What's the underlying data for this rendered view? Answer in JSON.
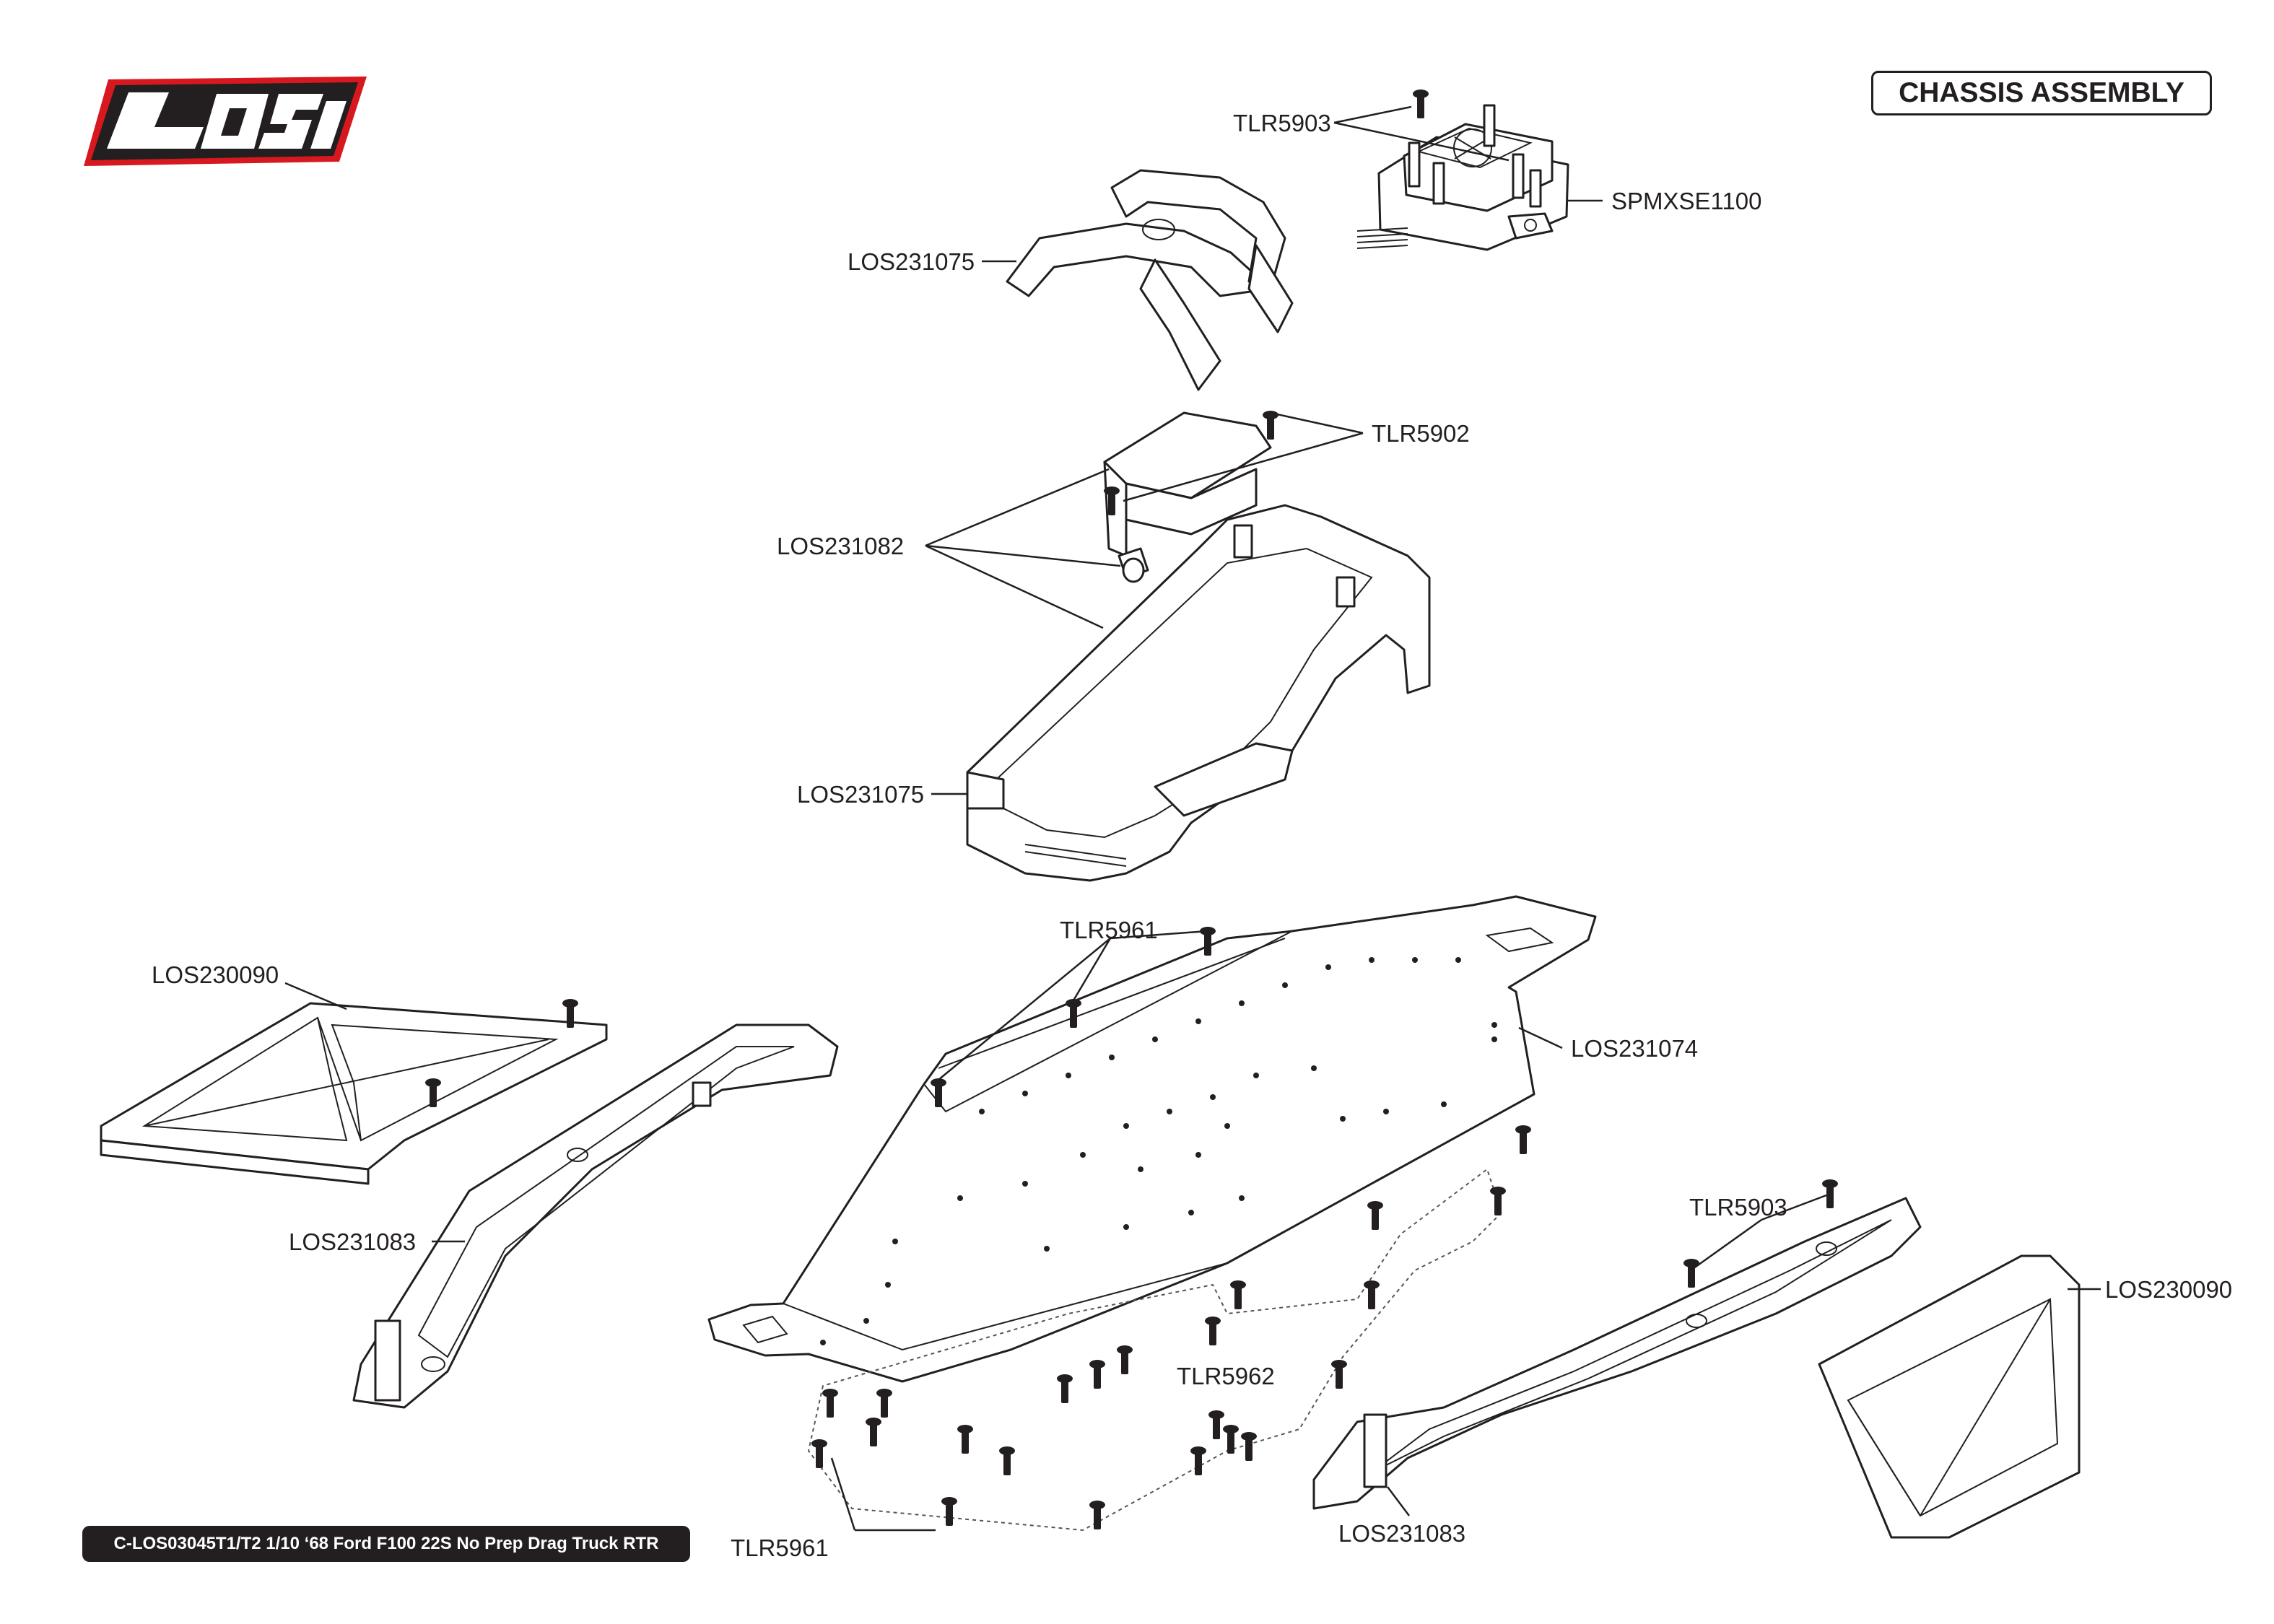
{
  "brand": {
    "logo_text": "LOSI",
    "accent_color": "#d7191f",
    "ink_color": "#231f20"
  },
  "title": "CHASSIS ASSEMBLY",
  "footer": "C-LOS03045T1/T2 1/10 ‘68 Ford F100 22S No Prep Drag Truck RTR",
  "labels": {
    "tlr5903_top": "TLR5903",
    "spmxse1100": "SPMXSE1100",
    "los231075_top": "LOS231075",
    "tlr5902": "TLR5902",
    "los231082": "LOS231082",
    "los231075_tray": "LOS231075",
    "tlr5961_top": "TLR5961",
    "los230090_left": "LOS230090",
    "los231074": "LOS231074",
    "los231083_left": "LOS231083",
    "tlr5903_right": "TLR5903",
    "los230090_right": "LOS230090",
    "tlr5962": "TLR5962",
    "los231083_right": "LOS231083",
    "tlr5961_bottom": "TLR5961"
  }
}
